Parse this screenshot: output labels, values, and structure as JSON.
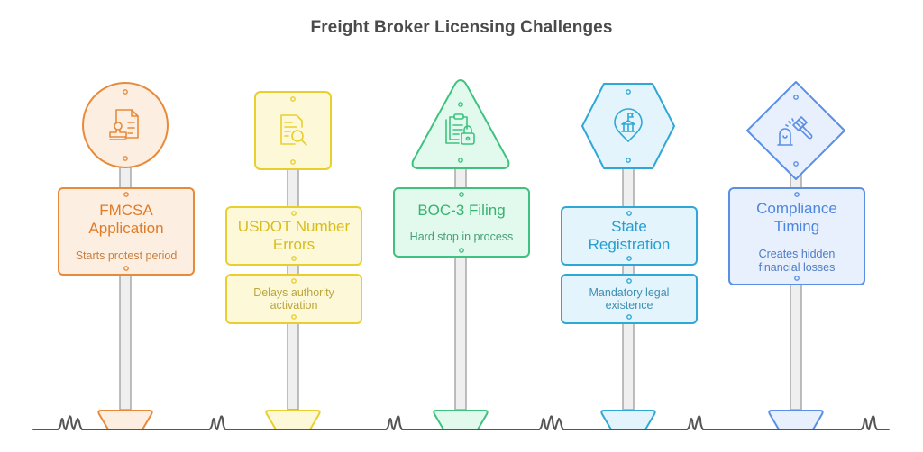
{
  "title": "Freight Broker Licensing Challenges",
  "signs": [
    {
      "id": "fmcsa",
      "shape": "circle",
      "icon": "document-stamp-icon",
      "title": "FMCSA Application",
      "title_lines": [
        "FMCSA",
        "Application"
      ],
      "description": "Starts protest period",
      "description_lines": [
        "Starts protest period"
      ],
      "description_separate": false,
      "stroke": "#e88a3a",
      "fill": "#fdeee2",
      "text_color": "#e07b25",
      "desc_color": "#c7803f"
    },
    {
      "id": "usdot",
      "shape": "rounded-square",
      "icon": "document-search-icon",
      "title": "USDOT Number Errors",
      "title_lines": [
        "USDOT Number",
        "Errors"
      ],
      "description": "Delays authority activation",
      "description_lines": [
        "Delays authority",
        "activation"
      ],
      "description_separate": true,
      "stroke": "#e8cf2e",
      "fill": "#fdf8d8",
      "text_color": "#d9bd1c",
      "desc_color": "#bba63c"
    },
    {
      "id": "boc3",
      "shape": "triangle",
      "icon": "clipboard-lock-icon",
      "title": "BOC-3 Filing",
      "title_lines": [
        "BOC-3 Filing"
      ],
      "description": "Hard stop in process",
      "description_lines": [
        "Hard stop in process"
      ],
      "description_separate": false,
      "stroke": "#3fc27e",
      "fill": "#e2f9ee",
      "text_color": "#35b46f",
      "desc_color": "#46a073"
    },
    {
      "id": "state",
      "shape": "hexagon",
      "icon": "government-location-icon",
      "title": "State Registration",
      "title_lines": [
        "State",
        "Registration"
      ],
      "description": "Mandatory legal existence",
      "description_lines": [
        "Mandatory legal",
        "existence"
      ],
      "description_separate": true,
      "stroke": "#2fa8d8",
      "fill": "#e3f4fc",
      "text_color": "#269ed0",
      "desc_color": "#3f8fb3"
    },
    {
      "id": "compliance",
      "shape": "diamond",
      "icon": "gavel-icon",
      "title": "Compliance Timing",
      "title_lines": [
        "Compliance",
        "Timing"
      ],
      "description": "Creates hidden financial losses",
      "description_lines": [
        "Creates hidden",
        "financial losses"
      ],
      "description_separate": false,
      "stroke": "#5a8fe6",
      "fill": "#e8effd",
      "text_color": "#4d86e0",
      "desc_color": "#4e7cc3"
    }
  ],
  "colors": {
    "ground": "#555555",
    "pole_fill": "#efefef",
    "pole_stroke": "#a9a9a9",
    "title": "#4a4a4a"
  }
}
